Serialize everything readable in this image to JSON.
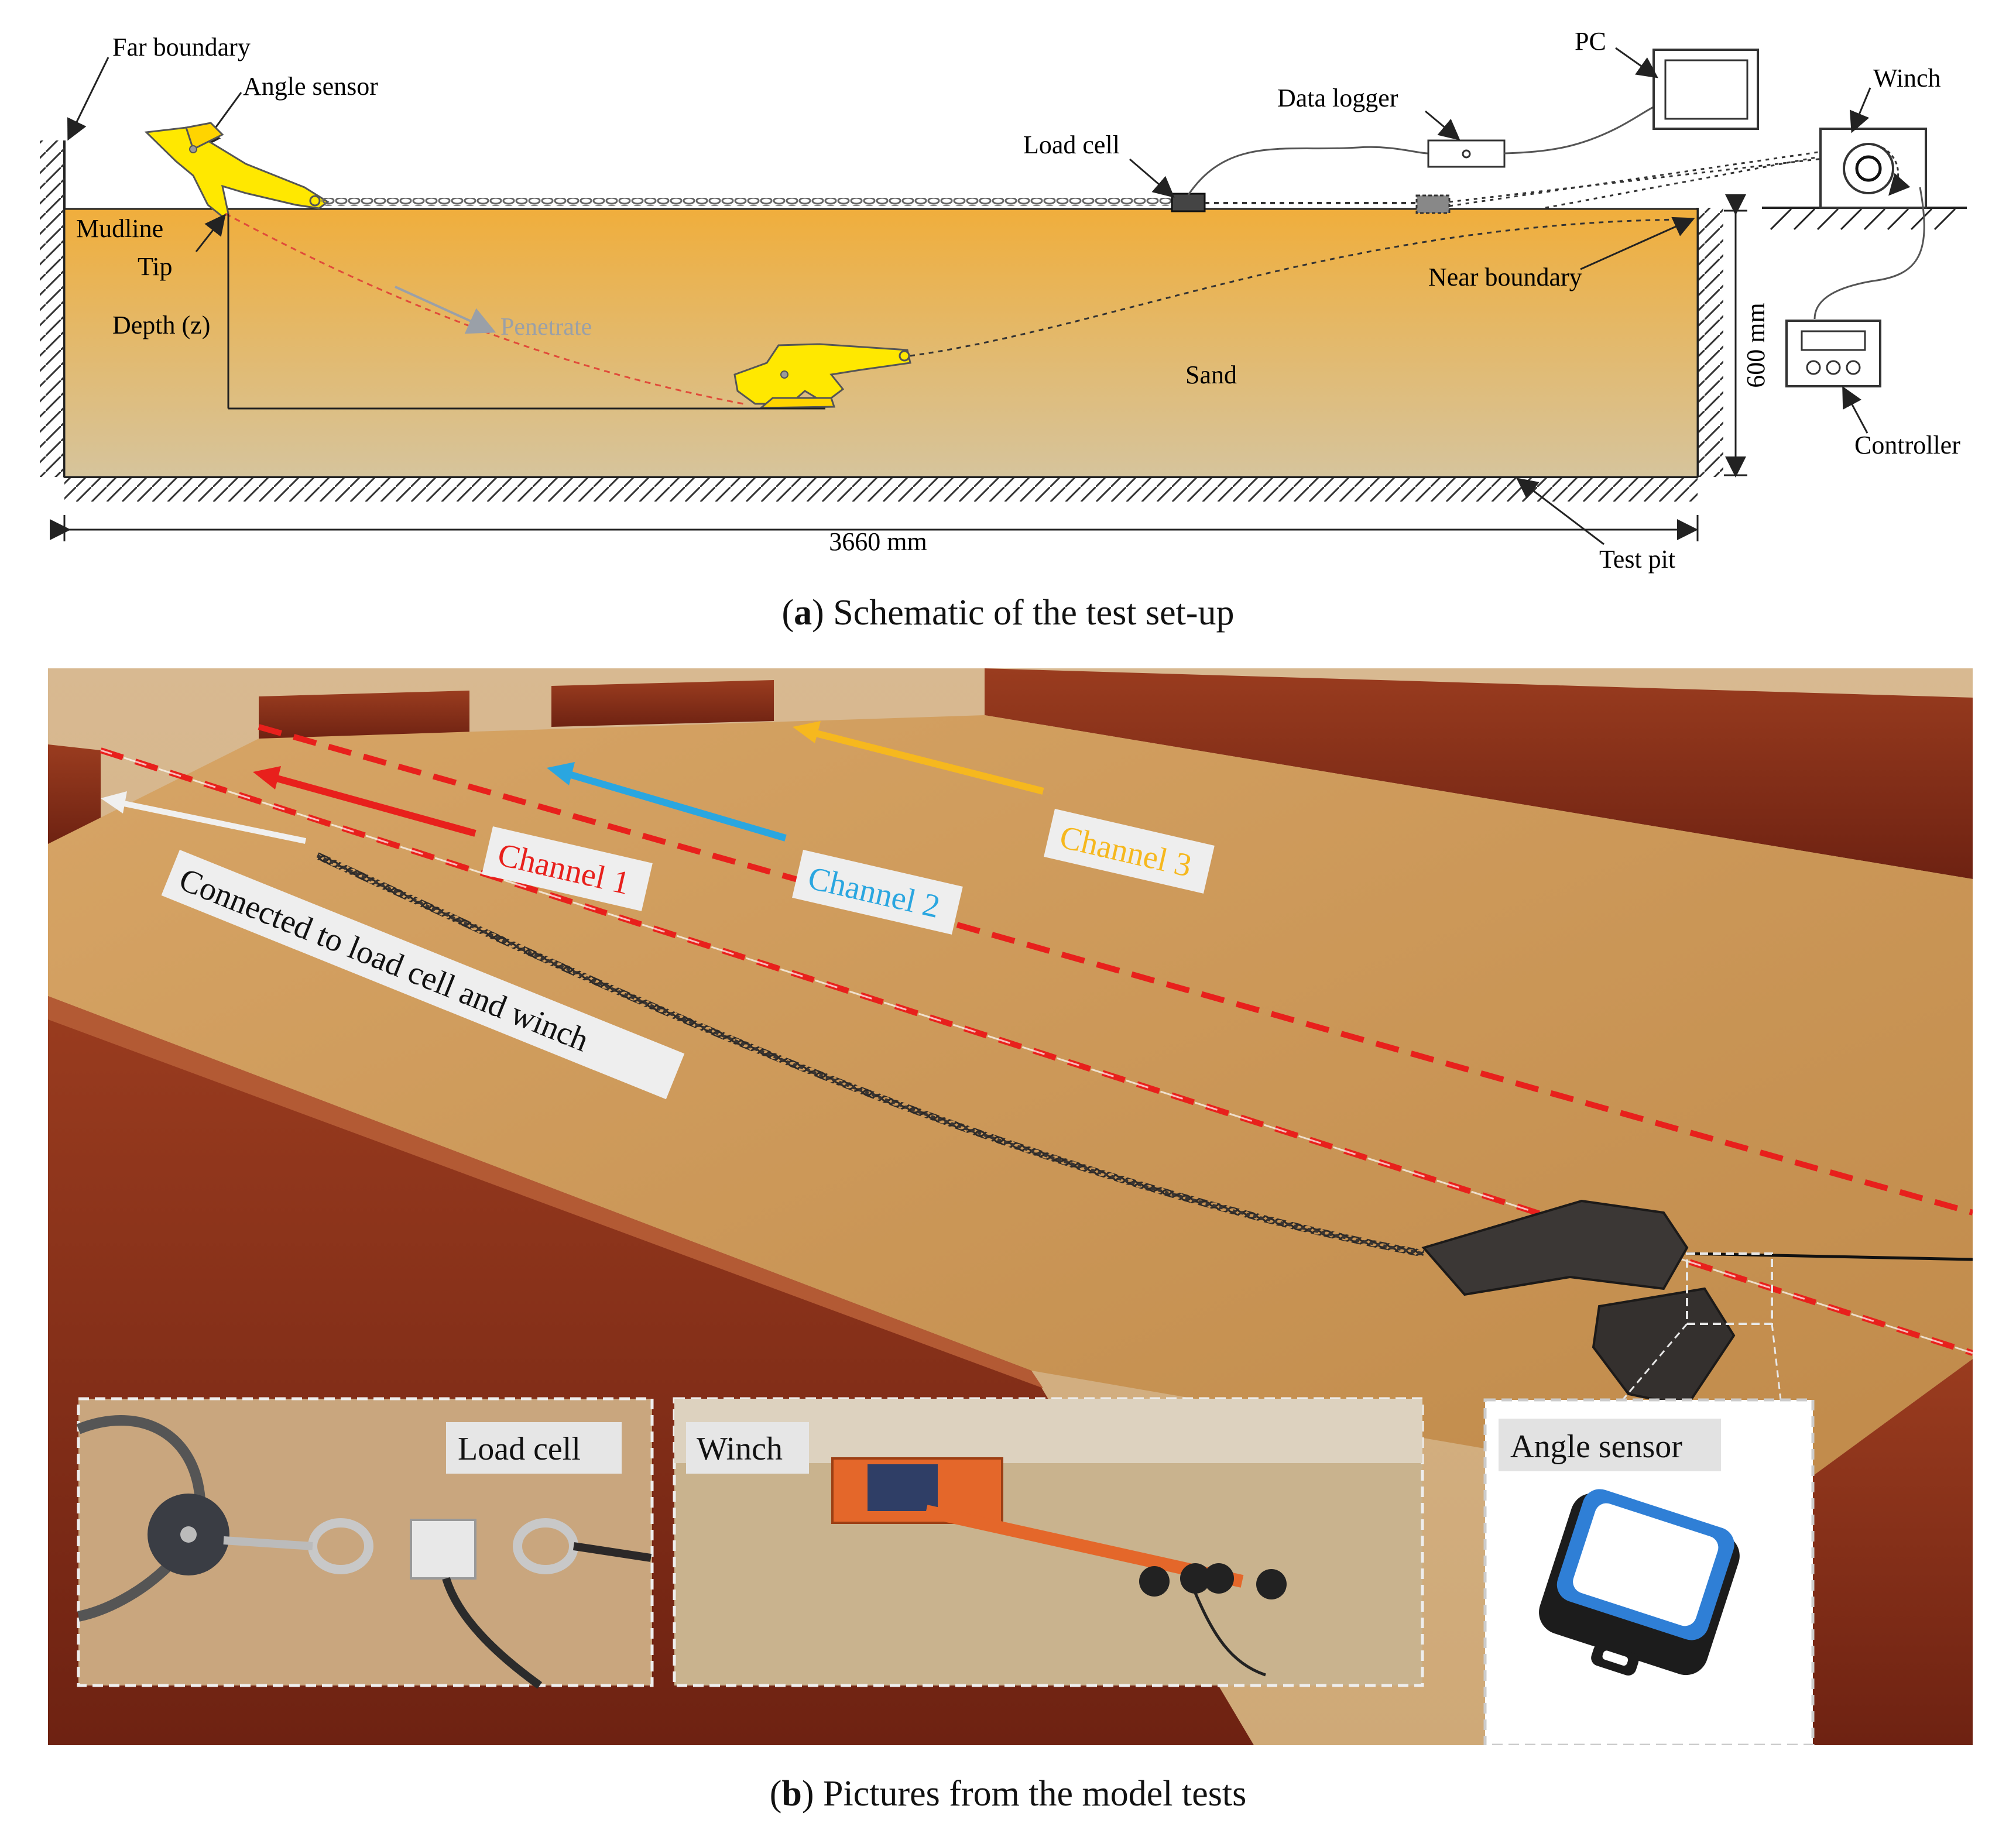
{
  "schematic": {
    "labels": {
      "far_boundary": "Far boundary",
      "angle_sensor": "Angle sensor",
      "mudline": "Mudline",
      "tip": "Tip",
      "depth": "Depth (z)",
      "penetrate": "Penetrate",
      "sand": "Sand",
      "load_cell": "Load cell",
      "data_logger": "Data logger",
      "pc": "PC",
      "winch": "Winch",
      "near_boundary": "Near boundary",
      "height_dim": "600 mm",
      "width_dim": "3660 mm",
      "controller": "Controller",
      "test_pit": "Test pit"
    },
    "caption_letter": "a",
    "caption_text": ") Schematic of the test set-up",
    "colors": {
      "sand_top": "#f0ae3c",
      "sand_bottom": "#d3c196",
      "anchor": "#ffe800",
      "trajectory_red": "#e04b3a",
      "trajectory_dark": "#333333"
    }
  },
  "photo": {
    "channels": {
      "channel1": "Channel 1",
      "channel2": "Channel 2",
      "channel3": "Channel 3"
    },
    "chain_label": "Connected to load cell and winch",
    "insets": {
      "load_cell": "Load cell",
      "winch": "Winch",
      "angle_sensor": "Angle sensor"
    },
    "caption_letter": "b",
    "caption_text": ") Pictures from the model tests",
    "colors": {
      "channel1": "#e8201c",
      "channel2": "#2aa6e0",
      "channel3": "#f6b81e",
      "sand": "#c99a5c",
      "wall": "#8a2d16"
    }
  }
}
